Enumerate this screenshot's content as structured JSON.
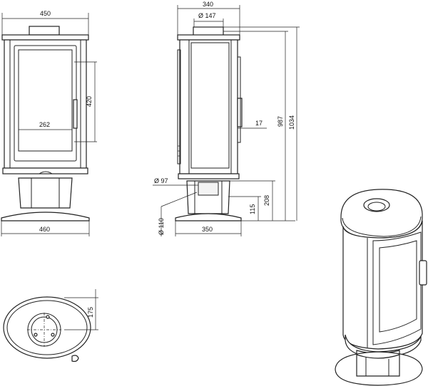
{
  "front_view": {
    "width_top": "450",
    "glass_height": "420",
    "glass_width": "262",
    "width_base": "460"
  },
  "side_view": {
    "depth": "340",
    "flue_diameter": "Ø 147",
    "handle_offset": "17",
    "height_outlet": "987",
    "height_total": "1034",
    "pedestal_diameter": "Ø 97",
    "air_inlet_diameter": "Ø 110",
    "base_depth": "350",
    "height_208": "208",
    "height_115": "115"
  },
  "top_view": {
    "offset": "175"
  },
  "colors": {
    "line": "#222222",
    "background": "#ffffff"
  }
}
